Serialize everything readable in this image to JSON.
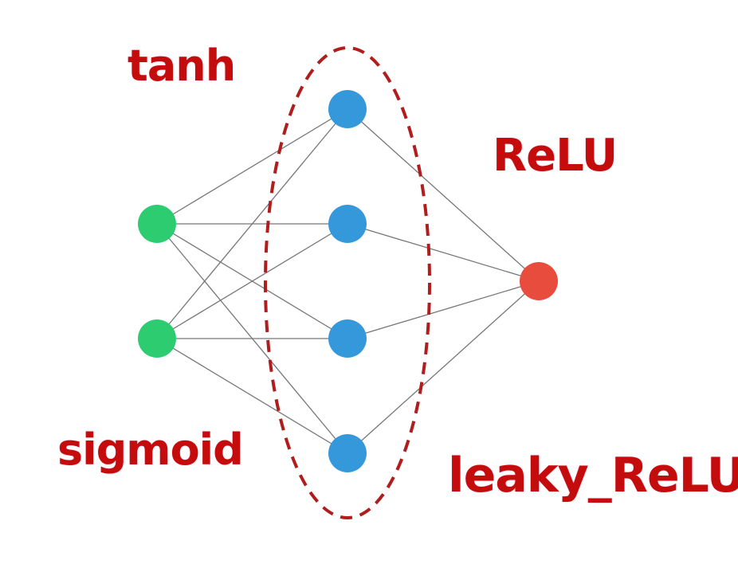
{
  "labels": {
    "tanh": "tanh",
    "relu": "ReLU",
    "sigmoid": "sigmoid",
    "leaky_relu": "leaky_ReLU"
  },
  "network": {
    "layers": [
      {
        "role": "input",
        "count": 2,
        "color": "#2ecc71"
      },
      {
        "role": "hidden",
        "count": 4,
        "color": "#3498db"
      },
      {
        "role": "output",
        "count": 1,
        "color": "#e74c3c"
      }
    ],
    "connection_color": "#777777",
    "hidden_layer_outline_color": "#b01d1d"
  }
}
